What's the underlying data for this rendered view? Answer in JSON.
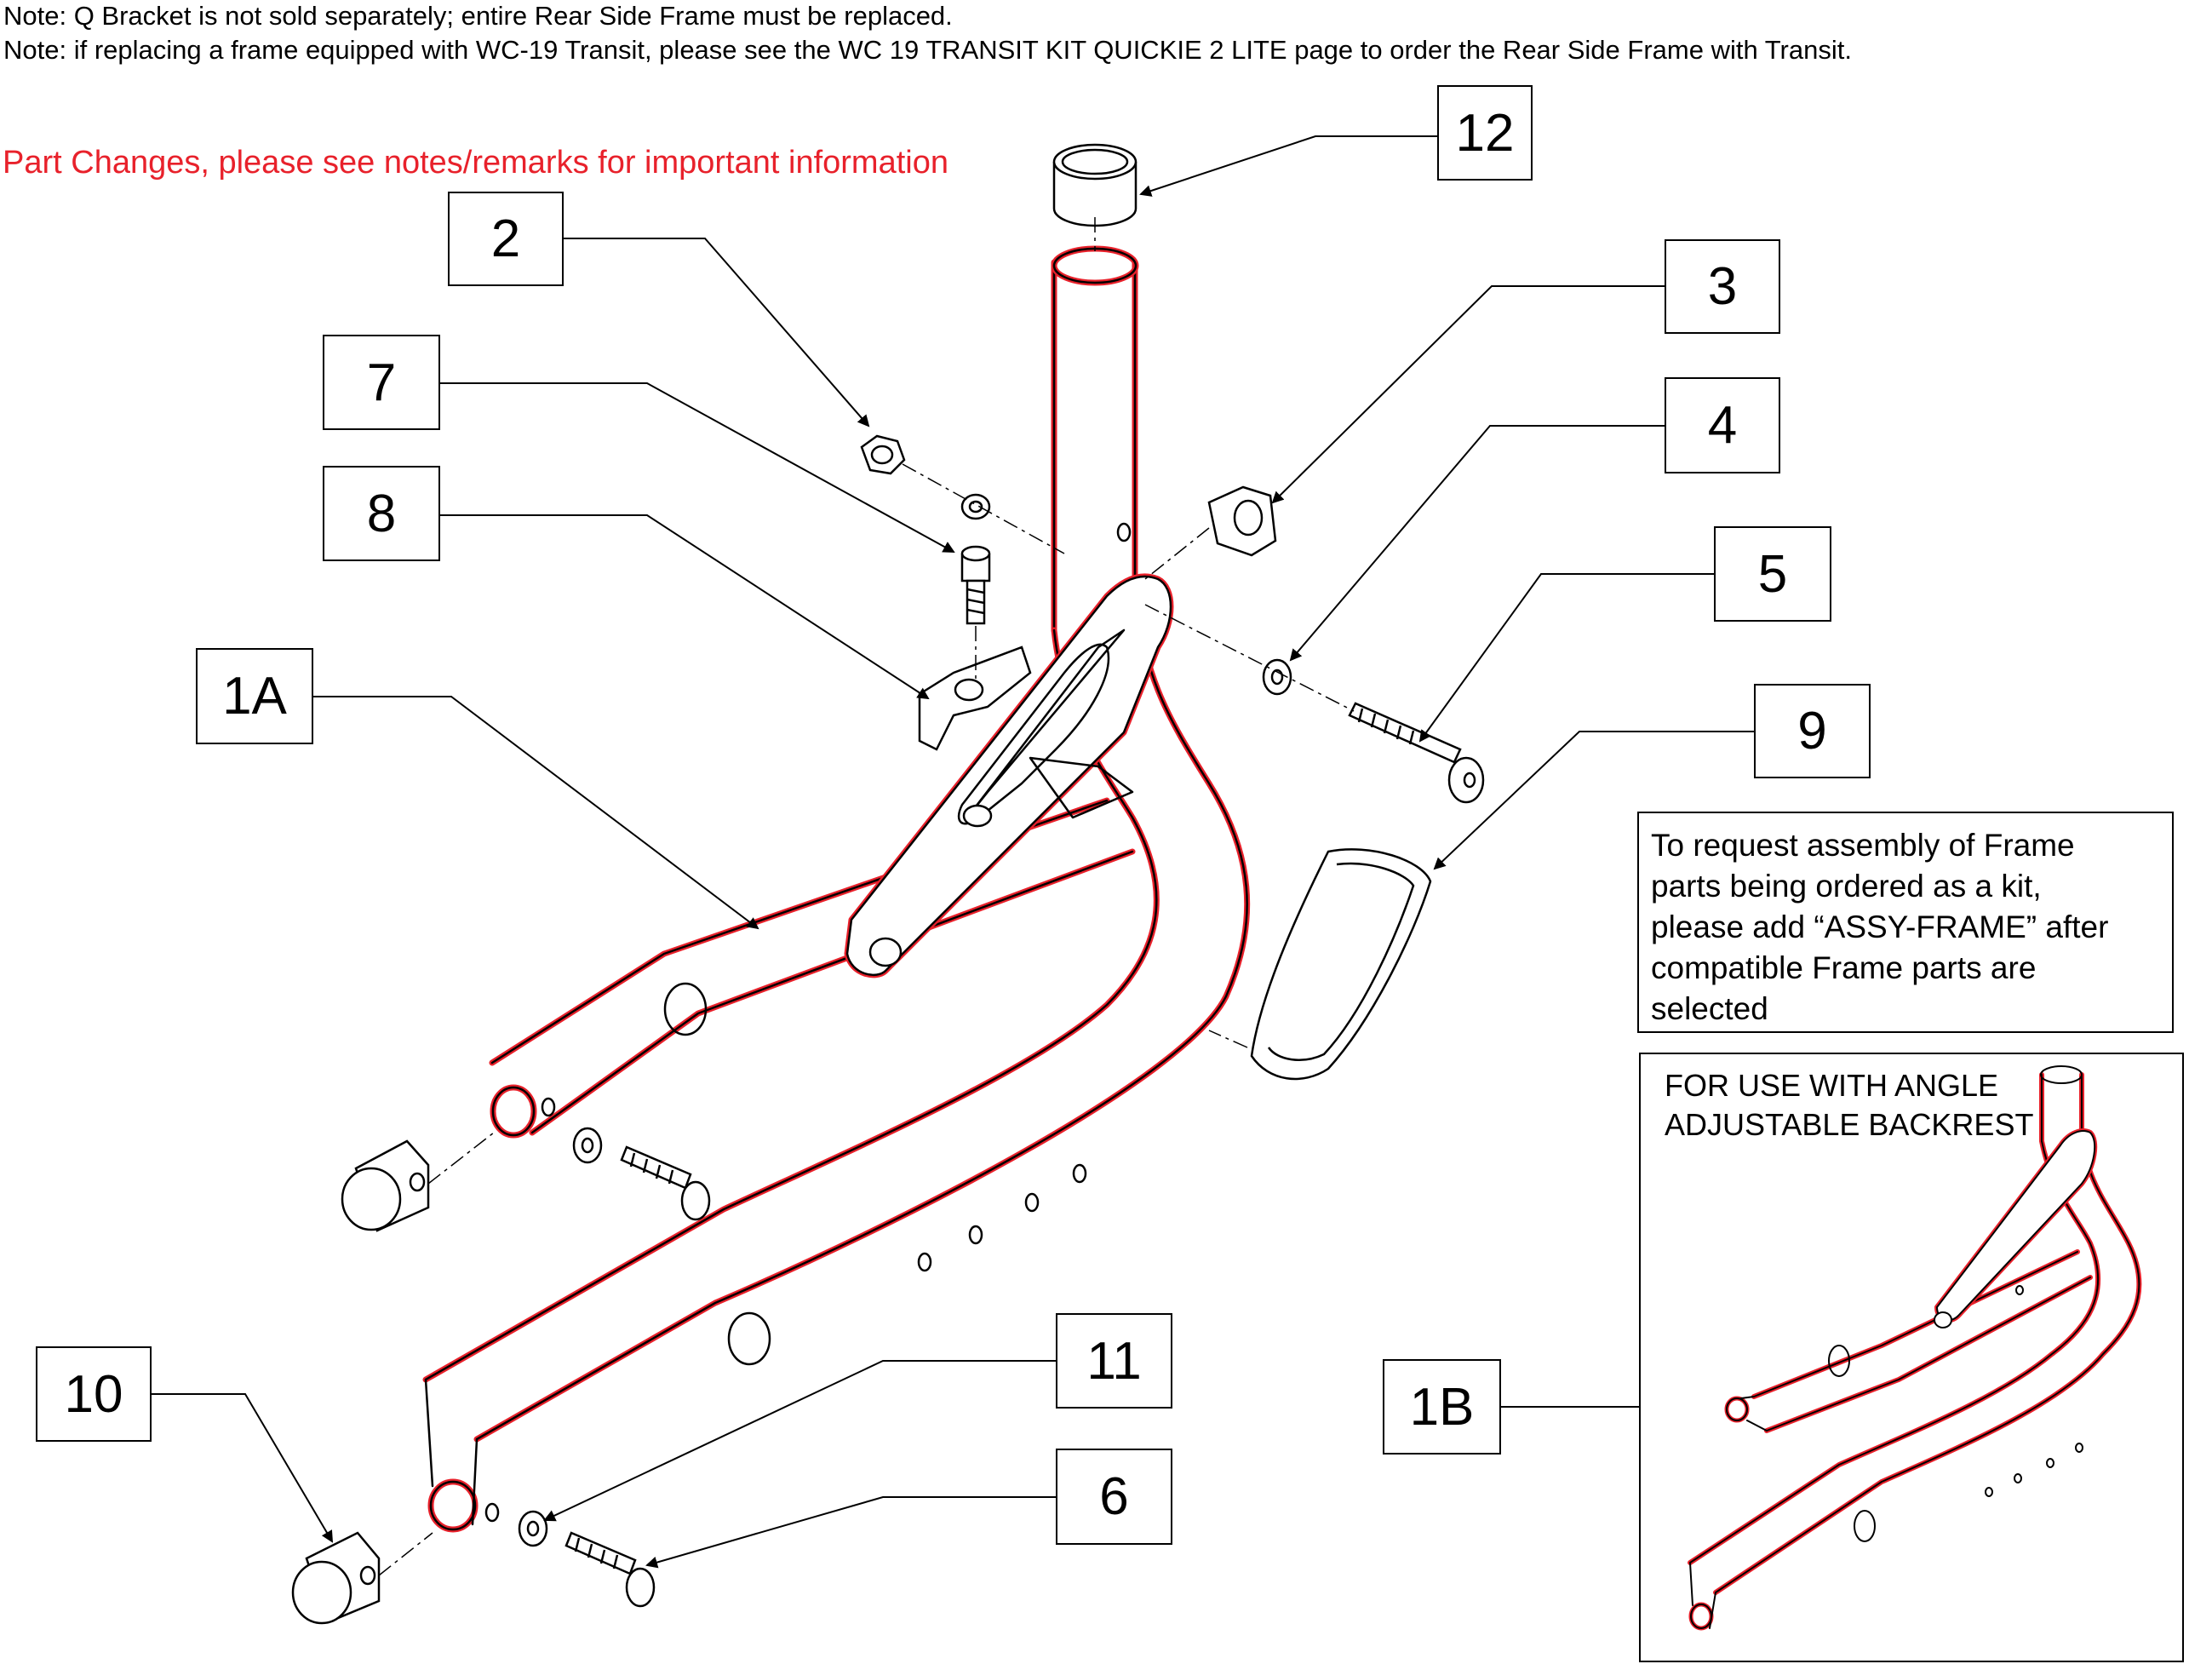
{
  "notes": [
    "Note: Q Bracket is not sold separately; entire Rear Side Frame must be replaced.",
    "Note: if replacing a frame equipped with WC-19 Transit, please see the WC 19 TRANSIT KIT QUICKIE 2 LITE page to order the Rear Side Frame with Transit."
  ],
  "warning": "Part Changes, please see notes/remarks for important information",
  "callouts": {
    "c12": "12",
    "c2": "2",
    "c3": "3",
    "c7": "7",
    "c4": "4",
    "c8": "8",
    "c5": "5",
    "c1a": "1A",
    "c9": "9",
    "c10": "10",
    "c11": "11",
    "c6": "6",
    "c1b": "1B"
  },
  "info_box": "To request assembly of Frame\nparts being ordered as a kit,\nplease add “ASSY-FRAME” after\ncompatible Frame parts are\nselected",
  "inset_label": "FOR USE WITH ANGLE\nADJUSTABLE BACKREST",
  "colors": {
    "frame_highlight": "#e8212b",
    "ink": "#000000"
  }
}
